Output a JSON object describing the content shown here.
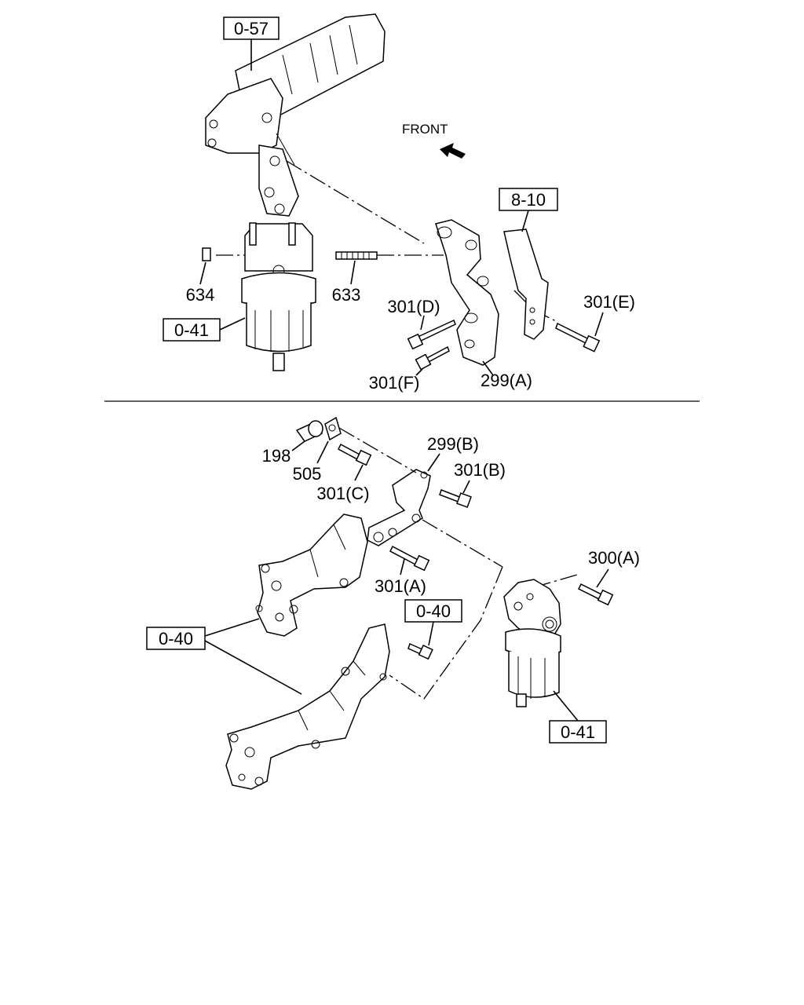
{
  "diagram": {
    "orientation": {
      "front_label": "FRONT",
      "arrow_icon": "front-arrow-icon"
    },
    "top_section": {
      "references": {
        "exhaust": "0-57",
        "bracket": "8-10",
        "filter": "0-41"
      },
      "parts": {
        "p634": "634",
        "p633": "633",
        "p301d": "301(D)",
        "p301e": "301(E)",
        "p301f": "301(F)",
        "p299a": "299(A)"
      }
    },
    "bottom_section": {
      "references": {
        "ref040_left": "0-40",
        "ref040_center": "0-40",
        "ref041": "0-41"
      },
      "parts": {
        "p198": "198",
        "p505": "505",
        "p301c": "301(C)",
        "p299b": "299(B)",
        "p301b": "301(B)",
        "p301a": "301(A)",
        "p300a": "300(A)"
      }
    }
  }
}
